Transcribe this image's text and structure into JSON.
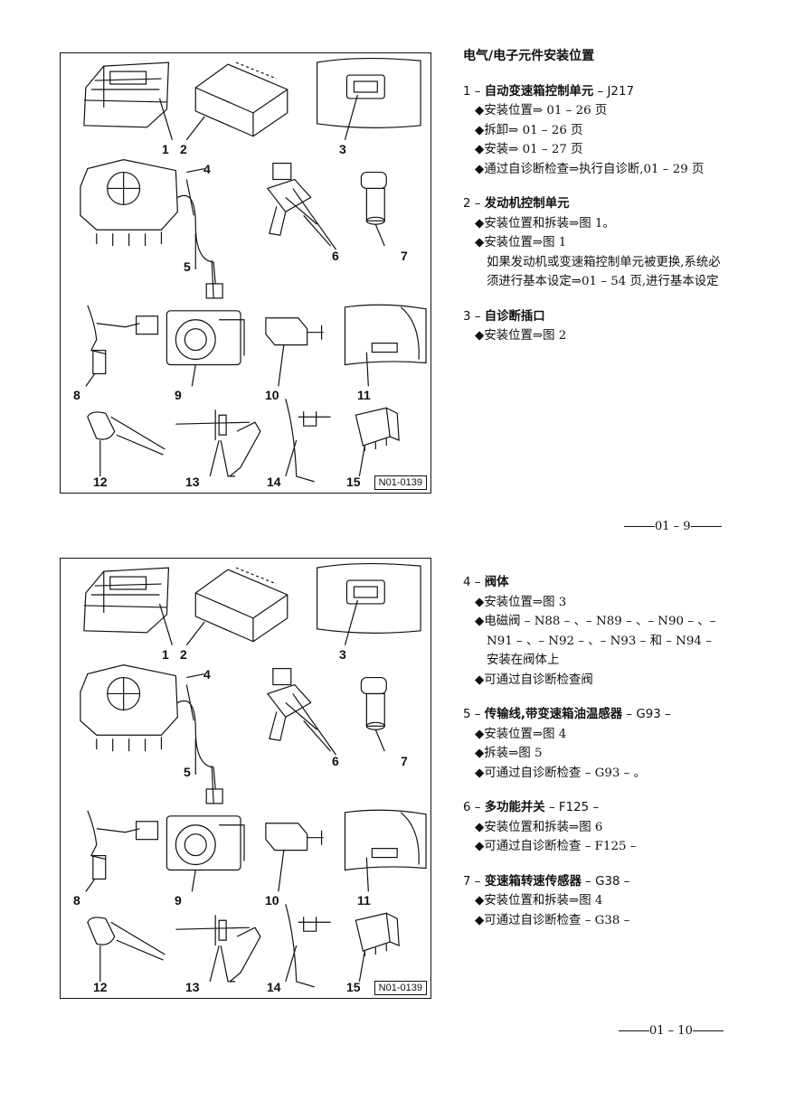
{
  "figure": {
    "labels": [
      "1",
      "2",
      "3",
      "4",
      "5",
      "6",
      "7",
      "8",
      "9",
      "10",
      "11",
      "12",
      "13",
      "14",
      "15"
    ],
    "code": "N01-0139"
  },
  "page1": {
    "title": "电气/电子元件安装位置",
    "sections": [
      {
        "num": "1 –",
        "name": "自动变速箱控制单元",
        "code": "– J217",
        "bullets": [
          "安装位置⇒ 01 – 26 页",
          "拆卸⇒ 01 – 26 页",
          "安装⇒ 01 – 27 页",
          "通过自诊断检查⇒执行自诊断,01 – 29 页"
        ],
        "para": ""
      },
      {
        "num": "2 –",
        "name": "发动机控制单元",
        "code": "",
        "bullets": [
          "安装位置和拆装⇒图 1。",
          "安装位置⇒图 1"
        ],
        "para": "如果发动机或变速箱控制单元被更换,系统必须进行基本设定⇒01 – 54 页,进行基本设定"
      },
      {
        "num": "3 –",
        "name": "自诊断插口",
        "code": "",
        "bullets": [
          "安装位置⇒图 2"
        ],
        "para": ""
      }
    ],
    "page_number": "01 – 9"
  },
  "page2": {
    "sections": [
      {
        "num": "4 –",
        "name": "阀体",
        "code": "",
        "bullets": [
          "安装位置⇒图 3",
          "电磁阀 – N88 – 、– N89 – 、– N90 – 、– N91 – 、– N92 – 、– N93 – 和 – N94 – 安装在阀体上",
          "可通过自诊断检查阀"
        ]
      },
      {
        "num": "5 –",
        "name": "传输线,带变速箱油温感器",
        "code": "– G93 –",
        "bullets": [
          "安装位置⇒图 4",
          "拆装⇒图 5",
          "可通过自诊断检查 – G93 – 。"
        ]
      },
      {
        "num": "6 –",
        "name": "多功能并关",
        "code": "– F125 –",
        "bullets": [
          "安装位置和拆装⇒图 6",
          "可通过自诊断检查 – F125 –"
        ]
      },
      {
        "num": "7 –",
        "name": "变速箱转速传感器",
        "code": "– G38 –",
        "bullets": [
          "安装位置和拆装⇒图 4",
          "可通过自诊断检查 – G38 –"
        ]
      }
    ],
    "page_number": "01 – 10"
  }
}
